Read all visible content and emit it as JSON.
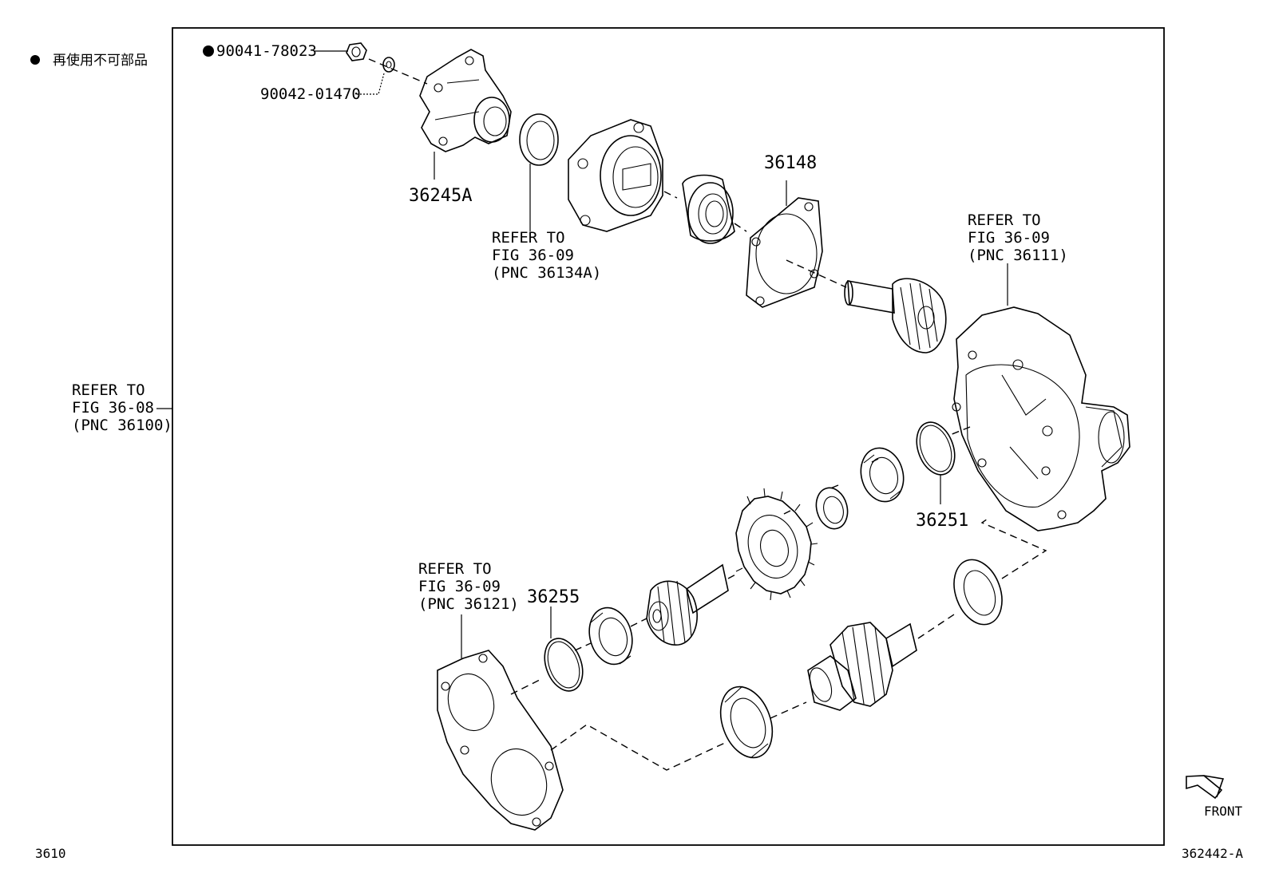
{
  "legend": {
    "bullet_text": "再使用不可部品"
  },
  "page_number": "3610",
  "figure_code": "362442-A",
  "front_label": "FRONT",
  "labels": {
    "p90041": "90041-78023",
    "p90042": "90042-01470",
    "p36245A": "36245A",
    "p36148": "36148",
    "p36251": "36251",
    "p36255": "36255",
    "ref_36134A": [
      "REFER TO",
      "FIG 36-09",
      "(PNC 36134A)"
    ],
    "ref_36111": [
      "REFER TO",
      "FIG 36-09",
      "(PNC 36111)"
    ],
    "ref_36100": [
      "REFER TO",
      "FIG 36-08",
      "(PNC 36100)"
    ],
    "ref_36121": [
      "REFER TO",
      "FIG 36-09",
      "(PNC 36121)"
    ]
  }
}
